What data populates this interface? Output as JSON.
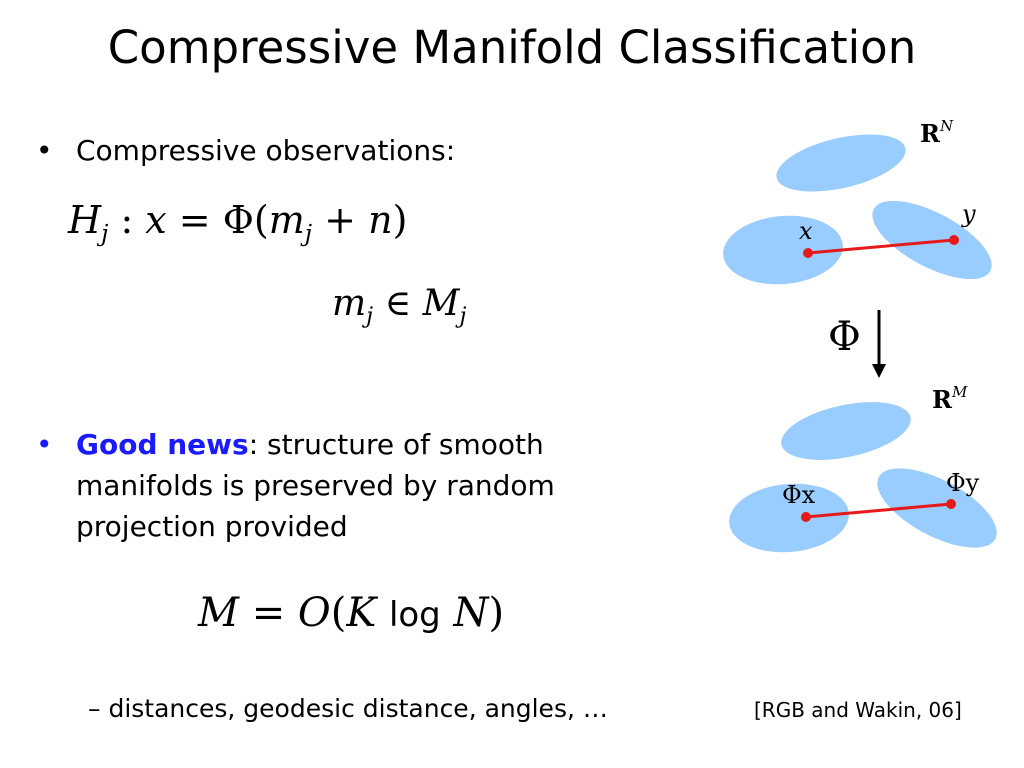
{
  "slide": {
    "title": "Compressive Manifold Classification",
    "bullet1": "Compressive observations:",
    "eq1": {
      "lhs": "H",
      "lhs_sub": "j",
      "colon": ":",
      "x": "x",
      "eq": "=",
      "phi": "Φ",
      "lparen": "(",
      "m": "m",
      "m_sub": "j",
      "plus": "+",
      "n": "n",
      "rparen": ")"
    },
    "eq2": {
      "m": "m",
      "m_sub": "j",
      "in": "∈",
      "M": "M",
      "M_sub": "j"
    },
    "bullet2": {
      "highlight": "Good news",
      "line1": ":  structure of smooth",
      "line2": "manifolds is preserved by random",
      "line3": "projection provided",
      "highlight_color": "#1a1aff"
    },
    "eq3": {
      "M": "M",
      "eq": "=",
      "O": "O",
      "lparen": "(",
      "K": "K",
      "log": "log",
      "N": "N",
      "rparen": ")"
    },
    "sub_bullet": "– distances, geodesic distance, angles, …",
    "citation": "[RGB and Wakin, 06]"
  },
  "diagram": {
    "top_space": {
      "base": "R",
      "sup": "N"
    },
    "bottom_space": {
      "base": "R",
      "sup": "M"
    },
    "point_x": "x",
    "point_y": "y",
    "arrow_label": "Φ",
    "proj_x": "Φx",
    "proj_y": "Φy",
    "ellipse_color": "#99ccff",
    "segment_color": "#e61a1a"
  }
}
